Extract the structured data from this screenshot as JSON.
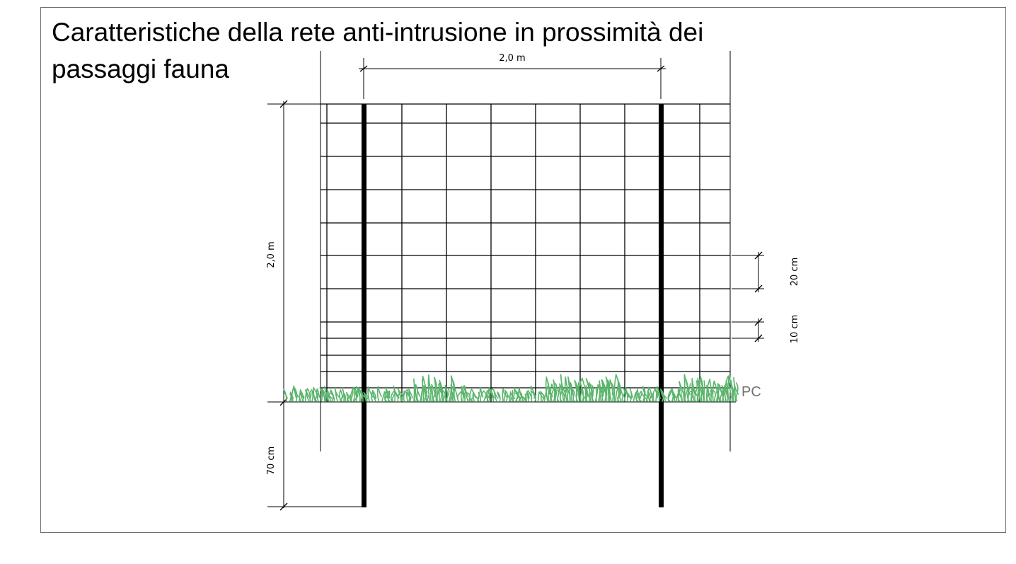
{
  "title_line1": "Caratteristiche della rete anti-intrusione in prossimità dei",
  "title_line2": "passaggi fauna",
  "dimensions": {
    "post_spacing": "2,0 m",
    "fence_height": "2,0 m",
    "burial_depth": "70 cm",
    "upper_mesh": "20 cm",
    "lower_mesh": "10 cm"
  },
  "ground_label": "PC",
  "colors": {
    "grass": "#5bb56d",
    "frame": "#707070",
    "lines": "#000000"
  }
}
